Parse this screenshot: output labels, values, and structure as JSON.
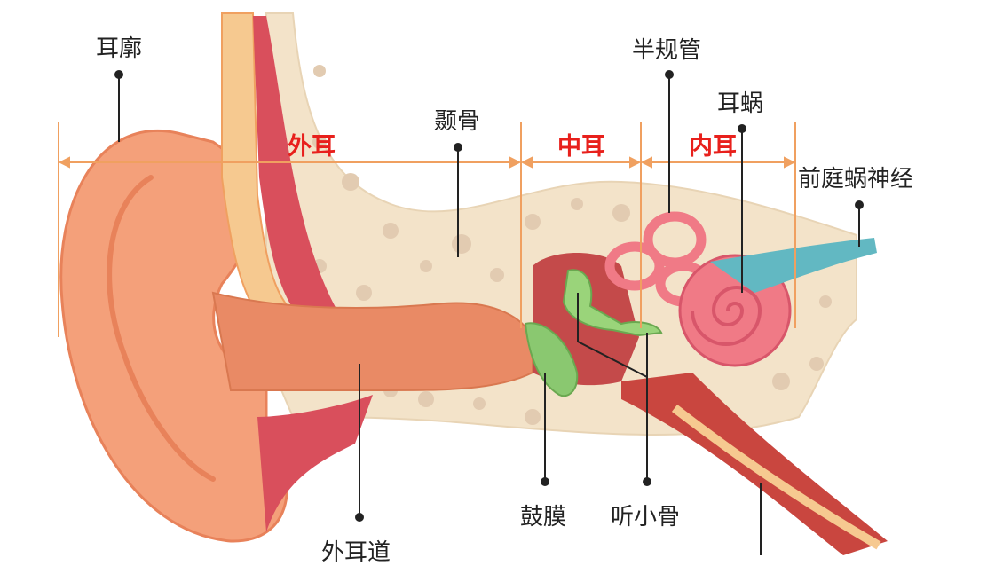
{
  "colors": {
    "section_text": "#e8201c",
    "divider_line": "#f0a060",
    "leader_line": "#222222",
    "skin": "#f4a07a",
    "skin_dark": "#e8825a",
    "bone": "#f3e3c9",
    "bone_pore": "#e2cbb1",
    "tissue_red": "#d94f5c",
    "eardrum_green": "#8ac870",
    "cochlea_pink": "#f07a86",
    "nerve_teal": "#62b8c2"
  },
  "sections": {
    "outer": "外耳",
    "middle": "中耳",
    "inner": "内耳"
  },
  "labels": {
    "pinna": "耳廓",
    "temporal_bone": "颞骨",
    "semicircular_canals": "半规管",
    "cochlea": "耳蜗",
    "vestibulocochlear_nerve": "前庭蜗神经",
    "eardrum": "鼓膜",
    "ossicles": "听小骨",
    "ear_canal": "外耳道"
  }
}
